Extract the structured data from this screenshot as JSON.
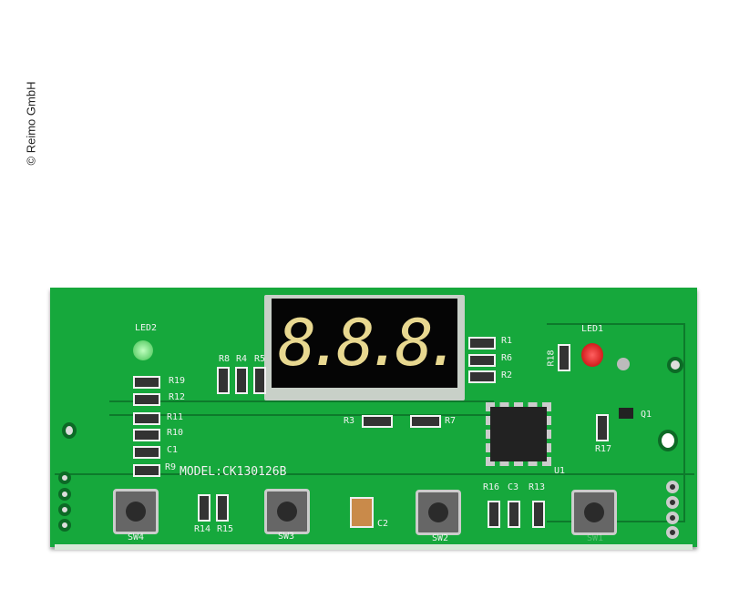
{
  "watermark": "© Reimo GmbH",
  "board": {
    "model": "MODEL:CK130126B",
    "display": "8.8.8.",
    "colors": {
      "pcb": "#16a83c",
      "led1": "#e01010",
      "led2": "#60e070",
      "display_segments": "#e8d890"
    },
    "labels": {
      "led2": "LED2",
      "led1": "LED1",
      "r19": "R19",
      "r12": "R12",
      "r11": "R11",
      "r10": "R10",
      "c1": "C1",
      "r9": "R9",
      "r8": "R8",
      "r4": "R4",
      "r5": "R5",
      "r1": "R1",
      "r6": "R6",
      "r2": "R2",
      "r3": "R3",
      "r7": "R7",
      "r18": "R18",
      "q1": "Q1",
      "r17": "R17",
      "u1": "U1",
      "r16": "R16",
      "c3": "C3",
      "r13": "R13",
      "r14": "R14",
      "r15": "R15",
      "c2": "C2",
      "sw4": "SW4",
      "sw3": "SW3",
      "sw2": "SW2",
      "sw1": "SW1"
    }
  }
}
